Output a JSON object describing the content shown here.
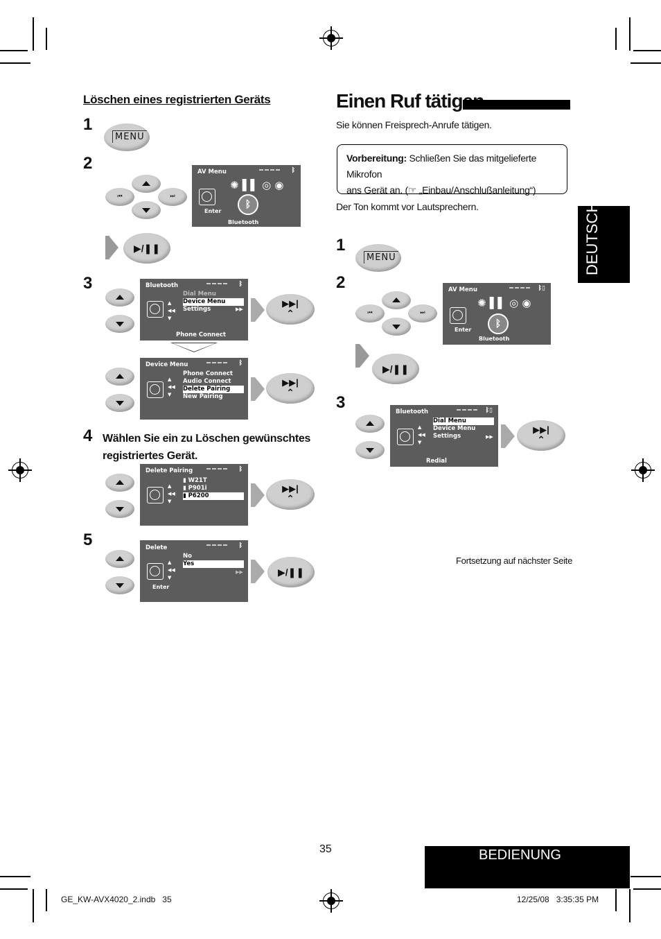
{
  "left": {
    "heading": "Löschen eines registrierten Geräts",
    "steps": [
      "1",
      "2",
      "3",
      "4",
      "5"
    ],
    "step4_text_line1": "Wählen Sie ein zu Löschen gewünschtes",
    "step4_text_line2": "registriertes Gerät.",
    "menu_button": "MENU",
    "av_menu": {
      "title": "AV Menu",
      "enter": "Enter",
      "bottom": "Bluetooth"
    },
    "bt_menu": {
      "title": "Bluetooth",
      "items": [
        "Dial Menu",
        "Device Menu",
        "Settings"
      ],
      "bottom": "Phone Connect"
    },
    "device_menu": {
      "title": "Device Menu",
      "items": [
        "Phone Connect",
        "Audio Connect",
        "Delete Pairing",
        "New Pairing"
      ]
    },
    "delete_pairing": {
      "title": "Delete Pairing",
      "items": [
        "W21T",
        "P901i",
        "P6200"
      ]
    },
    "delete": {
      "title": "Delete",
      "items": [
        "No",
        "Yes"
      ],
      "enter": "Enter"
    }
  },
  "right": {
    "title": "Einen Ruf tätigen",
    "intro": "Sie können Freisprech-Anrufe tätigen.",
    "prep_label": "Vorbereitung:",
    "prep_text1": "Schließen Sie das mitgelieferte Mikrofon",
    "prep_text2": "ans Gerät an. (☞ „Einbau/Anschlußanleitung“)",
    "speaker_note": "Der Ton kommt vor Lautsprechern.",
    "steps": [
      "1",
      "2",
      "3"
    ],
    "menu_button": "MENU",
    "av_menu": {
      "title": "AV Menu",
      "enter": "Enter",
      "bottom": "Bluetooth"
    },
    "bt_menu": {
      "title": "Bluetooth",
      "items": [
        "Dial Menu",
        "Device Menu",
        "Settings"
      ],
      "bottom": "Redial"
    },
    "continued": "Fortsetzung auf nächster Seite"
  },
  "side_tab": "DEUTSCH",
  "page_number": "35",
  "section_tab": "BEDIENUNG",
  "footer_left": "GE_KW-AVX4020_2.indb   35",
  "footer_right": "12/25/08   3:35:35 PM",
  "icons": {
    "play_pause": "▶/❚❚",
    "next": "▶▶|",
    "bluetooth": "ᛒ"
  }
}
